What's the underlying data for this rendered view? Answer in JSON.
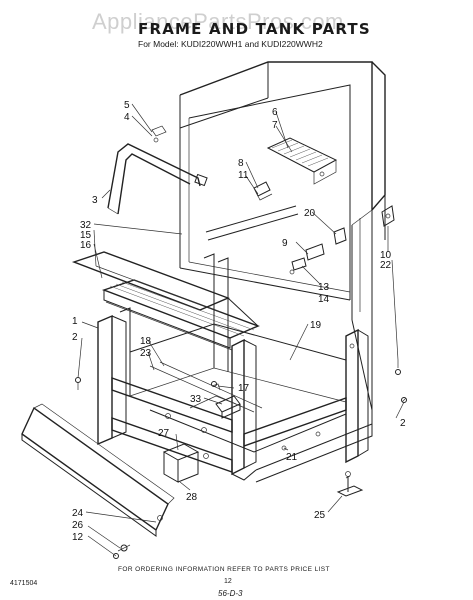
{
  "watermark": "AppliancePartsPros.com",
  "header": {
    "title": "FRAME AND TANK PARTS",
    "subtitle": "For Model: KUDI220WWH1 and KUDI220WWH2"
  },
  "callouts": {
    "c1": "1",
    "c2a": "2",
    "c2b": "2",
    "c3": "3",
    "c4": "4",
    "c5": "5",
    "c6": "6",
    "c7": "7",
    "c8": "8",
    "c9": "9",
    "c10": "10",
    "c11": "11",
    "c12": "12",
    "c13": "13",
    "c14": "14",
    "c15": "15",
    "c16": "16",
    "c17": "17",
    "c18": "18",
    "c19": "19",
    "c20": "20",
    "c21": "21",
    "c22": "22",
    "c23": "23",
    "c24": "24",
    "c25": "25",
    "c26": "26",
    "c27": "27",
    "c28": "28",
    "c32": "32",
    "c33": "33"
  },
  "footer": {
    "note": "FOR ORDERING INFORMATION REFER TO PARTS PRICE LIST",
    "doc_number": "4171504",
    "page": "12",
    "revision": "56-D-3"
  }
}
